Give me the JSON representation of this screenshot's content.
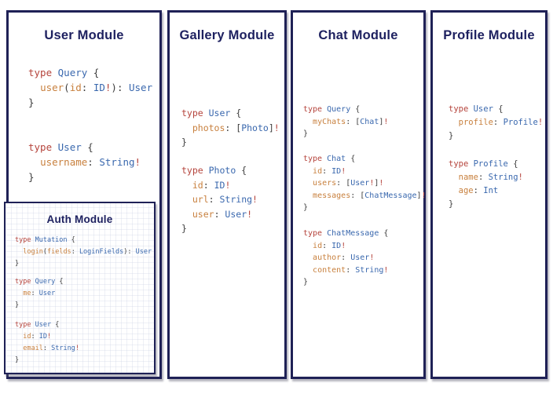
{
  "palette": {
    "border": "#1f2156",
    "heading": "#1e2160",
    "k": "#b5443c",
    "t": "#3a68ae",
    "f": "#c8803e",
    "p": "#3d3d3d"
  },
  "panels": [
    {
      "title": "User Module",
      "blocks": [
        [
          [
            [
              "k",
              "type "
            ],
            [
              "t",
              "Query "
            ],
            [
              "p",
              "{"
            ]
          ],
          [
            [
              "p",
              "  "
            ],
            [
              "f",
              "user"
            ],
            [
              "p",
              "("
            ],
            [
              "f",
              "id"
            ],
            [
              "p",
              ": "
            ],
            [
              "t",
              "ID"
            ],
            [
              "k",
              "!"
            ],
            [
              "p",
              "): "
            ],
            [
              "t",
              "User"
            ]
          ],
          [
            [
              "p",
              "}"
            ]
          ]
        ],
        [
          [
            [
              "k",
              "type "
            ],
            [
              "t",
              "User "
            ],
            [
              "p",
              "{"
            ]
          ],
          [
            [
              "p",
              "  "
            ],
            [
              "f",
              "username"
            ],
            [
              "p",
              ": "
            ],
            [
              "t",
              "String"
            ],
            [
              "k",
              "!"
            ]
          ],
          [
            [
              "p",
              "}"
            ]
          ]
        ]
      ]
    },
    {
      "title": "Gallery Module",
      "blocks": [
        [
          [
            [
              "k",
              "type "
            ],
            [
              "t",
              "User "
            ],
            [
              "p",
              "{"
            ]
          ],
          [
            [
              "p",
              "  "
            ],
            [
              "f",
              "photos"
            ],
            [
              "p",
              ": ["
            ],
            [
              "t",
              "Photo"
            ],
            [
              "p",
              "]"
            ],
            [
              "k",
              "!"
            ]
          ],
          [
            [
              "p",
              "}"
            ]
          ]
        ],
        [
          [
            [
              "k",
              "type "
            ],
            [
              "t",
              "Photo "
            ],
            [
              "p",
              "{"
            ]
          ],
          [
            [
              "p",
              "  "
            ],
            [
              "f",
              "id"
            ],
            [
              "p",
              ": "
            ],
            [
              "t",
              "ID"
            ],
            [
              "k",
              "!"
            ]
          ],
          [
            [
              "p",
              "  "
            ],
            [
              "f",
              "url"
            ],
            [
              "p",
              ": "
            ],
            [
              "t",
              "String"
            ],
            [
              "k",
              "!"
            ]
          ],
          [
            [
              "p",
              "  "
            ],
            [
              "f",
              "user"
            ],
            [
              "p",
              ": "
            ],
            [
              "t",
              "User"
            ],
            [
              "k",
              "!"
            ]
          ],
          [
            [
              "p",
              "}"
            ]
          ]
        ]
      ]
    },
    {
      "title": "Chat Module",
      "blocks": [
        [
          [
            [
              "k",
              "type "
            ],
            [
              "t",
              "Query "
            ],
            [
              "p",
              "{"
            ]
          ],
          [
            [
              "p",
              "  "
            ],
            [
              "f",
              "myChats"
            ],
            [
              "p",
              ": ["
            ],
            [
              "t",
              "Chat"
            ],
            [
              "p",
              "]"
            ],
            [
              "k",
              "!"
            ]
          ],
          [
            [
              "p",
              "}"
            ]
          ]
        ],
        [
          [
            [
              "k",
              "type "
            ],
            [
              "t",
              "Chat "
            ],
            [
              "p",
              "{"
            ]
          ],
          [
            [
              "p",
              "  "
            ],
            [
              "f",
              "id"
            ],
            [
              "p",
              ": "
            ],
            [
              "t",
              "ID"
            ],
            [
              "k",
              "!"
            ]
          ],
          [
            [
              "p",
              "  "
            ],
            [
              "f",
              "users"
            ],
            [
              "p",
              ": ["
            ],
            [
              "t",
              "User"
            ],
            [
              "k",
              "!"
            ],
            [
              "p",
              "]"
            ],
            [
              "k",
              "!"
            ]
          ],
          [
            [
              "p",
              "  "
            ],
            [
              "f",
              "messages"
            ],
            [
              "p",
              ": ["
            ],
            [
              "t",
              "ChatMessage"
            ],
            [
              "p",
              "]"
            ],
            [
              "k",
              "!"
            ]
          ],
          [
            [
              "p",
              "}"
            ]
          ]
        ],
        [
          [
            [
              "k",
              "type "
            ],
            [
              "t",
              "ChatMessage "
            ],
            [
              "p",
              "{"
            ]
          ],
          [
            [
              "p",
              "  "
            ],
            [
              "f",
              "id"
            ],
            [
              "p",
              ": "
            ],
            [
              "t",
              "ID"
            ],
            [
              "k",
              "!"
            ]
          ],
          [
            [
              "p",
              "  "
            ],
            [
              "f",
              "author"
            ],
            [
              "p",
              ": "
            ],
            [
              "t",
              "User"
            ],
            [
              "k",
              "!"
            ]
          ],
          [
            [
              "p",
              "  "
            ],
            [
              "f",
              "content"
            ],
            [
              "p",
              ": "
            ],
            [
              "t",
              "String"
            ],
            [
              "k",
              "!"
            ]
          ],
          [
            [
              "p",
              "}"
            ]
          ]
        ]
      ]
    },
    {
      "title": "Profile Module",
      "blocks": [
        [
          [
            [
              "k",
              "type "
            ],
            [
              "t",
              "User "
            ],
            [
              "p",
              "{"
            ]
          ],
          [
            [
              "p",
              "  "
            ],
            [
              "f",
              "profile"
            ],
            [
              "p",
              ": "
            ],
            [
              "t",
              "Profile"
            ],
            [
              "k",
              "!"
            ]
          ],
          [
            [
              "p",
              "}"
            ]
          ]
        ],
        [
          [
            [
              "k",
              "type "
            ],
            [
              "t",
              "Profile "
            ],
            [
              "p",
              "{"
            ]
          ],
          [
            [
              "p",
              "  "
            ],
            [
              "f",
              "name"
            ],
            [
              "p",
              ": "
            ],
            [
              "t",
              "String"
            ],
            [
              "k",
              "!"
            ]
          ],
          [
            [
              "p",
              "  "
            ],
            [
              "f",
              "age"
            ],
            [
              "p",
              ": "
            ],
            [
              "t",
              "Int"
            ]
          ],
          [
            [
              "p",
              "}"
            ]
          ]
        ]
      ]
    }
  ],
  "auth_panel": {
    "title": "Auth Module",
    "blocks": [
      [
        [
          [
            "k",
            "type "
          ],
          [
            "t",
            "Mutation "
          ],
          [
            "p",
            "{"
          ]
        ],
        [
          [
            "p",
            "  "
          ],
          [
            "f",
            "login"
          ],
          [
            "p",
            "("
          ],
          [
            "f",
            "fields"
          ],
          [
            "p",
            ": "
          ],
          [
            "t",
            "LoginFields"
          ],
          [
            "p",
            "): "
          ],
          [
            "t",
            "User"
          ]
        ],
        [
          [
            "p",
            "}"
          ]
        ]
      ],
      [
        [
          [
            "k",
            "type "
          ],
          [
            "t",
            "Query "
          ],
          [
            "p",
            "{"
          ]
        ],
        [
          [
            "p",
            "  "
          ],
          [
            "f",
            "me"
          ],
          [
            "p",
            ": "
          ],
          [
            "t",
            "User"
          ]
        ],
        [
          [
            "p",
            "}"
          ]
        ]
      ],
      [
        [
          [
            "k",
            "type "
          ],
          [
            "t",
            "User "
          ],
          [
            "p",
            "{"
          ]
        ],
        [
          [
            "p",
            "  "
          ],
          [
            "f",
            "id"
          ],
          [
            "p",
            ": "
          ],
          [
            "t",
            "ID"
          ],
          [
            "k",
            "!"
          ]
        ],
        [
          [
            "p",
            "  "
          ],
          [
            "f",
            "email"
          ],
          [
            "p",
            ": "
          ],
          [
            "t",
            "String"
          ],
          [
            "k",
            "!"
          ]
        ],
        [
          [
            "p",
            "}"
          ]
        ]
      ]
    ]
  }
}
